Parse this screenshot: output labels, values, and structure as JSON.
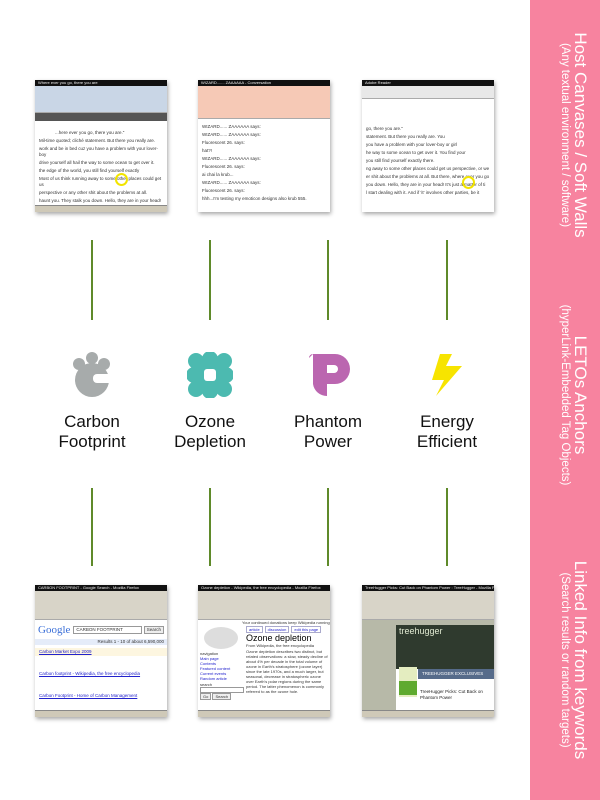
{
  "sidebar": {
    "sections": [
      {
        "title": "Host Canvases / Soft Walls",
        "subtitle": "(Any textual environment / software)"
      },
      {
        "title": "LETOs Anchors",
        "subtitle": "(hyperLink-Embedded Tag Objects)"
      },
      {
        "title": "Linked Info from keywords",
        "subtitle": "(Search results or random targets)"
      }
    ],
    "color": "#f7839f"
  },
  "anchors": [
    {
      "label_line1": "Carbon",
      "label_line2": "Footprint",
      "icon": "carbon-footprint-icon",
      "color": "#a7abab"
    },
    {
      "label_line1": "Ozone",
      "label_line2": "Depletion",
      "icon": "ozone-flower-icon",
      "color": "#4cbab0"
    },
    {
      "label_line1": "Phantom",
      "label_line2": "Power",
      "icon": "phantom-p-icon",
      "color": "#bb66b0"
    },
    {
      "label_line1": "Energy",
      "label_line2": "Efficient",
      "icon": "lightning-icon",
      "color": "#f7e400"
    }
  ],
  "hosts": [
    {
      "title": "Where ever you go, there you are",
      "lines": [
        "...here ever you go, there you are.\"",
        "Mil-time quoted; cliché statement.  But there you really are.",
        "work and be in bed cuz you have a problem with your lover-boy",
        "drive yourself all hail the way to       some ocean to get over it.",
        "the edge of the world, you still         find yourself exactly",
        "Most of us think running away to some other places could get us",
        "perspective or any other shit about the problems at all.",
        "haunt you.  They stalk you down.  Hello, they are in your head!"
      ]
    },
    {
      "title": "WIZARD....... ZAAAAAA - Conversation",
      "lines": [
        "WIZARD......   ZAAAAAA says:",
        "WIZARD......   ZAAAAAA says:",
        "Fluorescent 26. says:",
        "hat?!",
        "WIZARD......   ZAAAAAA says:",
        "Fluorescent 26. says:",
        "ai chai la krub...",
        "WIZARD......   ZAAAAAA says:",
        "Fluorescent 26. says:",
        "hhh...I'm testing my emoticon designs also krub 555."
      ]
    },
    {
      "title": "Adobe Reader",
      "lines": [
        "go, there you are.\"",
        "statement.  But there you really are.  You",
        "you have a problem with your lover-boy or girl",
        "he way to         some ocean to get over it.  You find your",
        "you still          find yourself exactly there.",
        "ng away to some other places could get us perspective, or we",
        "er shit about the problems at all.  But there, where ever you go",
        "you down.  Hello, they are in your head!  It's just a matter of ti",
        "l start dealing with it.  And if 'it' involves other parties, be it"
      ]
    }
  ],
  "results": [
    {
      "title": "CARBON FOOTPRINT - Google Search - Mozilla Firefox",
      "logo": "Google",
      "query": "CARBON FOOTPRINT",
      "search_btn": "Search",
      "stats": "Results 1 - 10 of about 6,590,000",
      "links": [
        "Carbon Market Expo 2009",
        "Carbon footprint - Wikipedia, the free encyclopedia",
        "Carbon Footprint - Home of Carbon Management"
      ]
    },
    {
      "title": "Ozone depletion - Wikipedia, the free encyclopedia - Mozilla Firefox",
      "banner": "Your continued donations keep Wikipedia running!",
      "tabs": [
        "article",
        "discussion",
        "edit this page"
      ],
      "heading": "Ozone depletion",
      "from": "From Wikipedia, the free encyclopedia",
      "nav_title": "navigation",
      "nav": [
        "Main page",
        "Contents",
        "Featured content",
        "Current events",
        "Random article"
      ],
      "search_label": "search",
      "go": "Go",
      "search": "Search",
      "body": "Ozone depletion describes two distinct, but related observations: a slow, steady decline of about 4% per decade in the total volume of ozone in Earth's stratosphere (ozone layer) since the late 1970s, and a much larger, but seasonal, decrease in stratospheric ozone over Earth's polar regions during the same period. The latter phenomenon is commonly referred to as the ozone hole."
    },
    {
      "title": "TreeHugger Picks: Cut Back on Phantom Power : TreeHugger - Mozilla Firefox",
      "logo": "treehugger",
      "exclusives": "TREEHUGGER EXCLUSIVES",
      "article": "TreeHugger Picks: Cut Back on Phantom Power"
    }
  ]
}
